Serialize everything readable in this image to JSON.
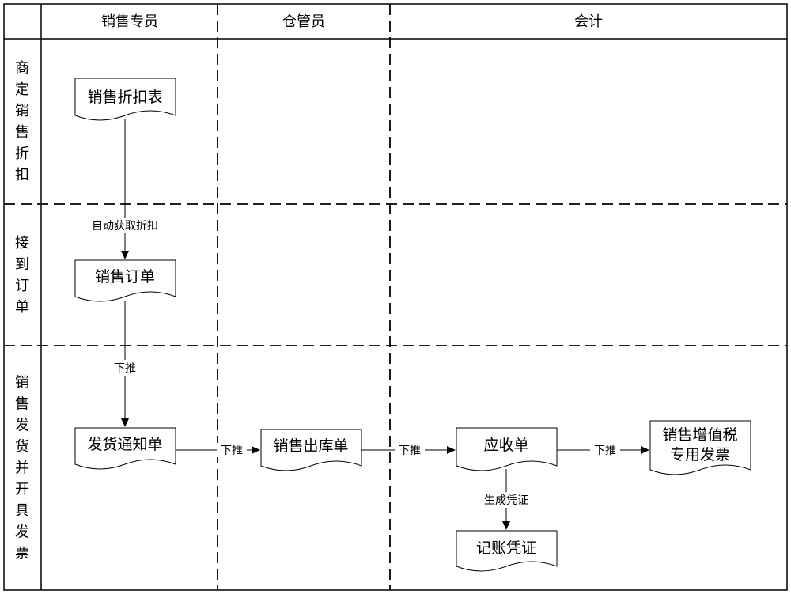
{
  "columns": [
    "销售专员",
    "仓管员",
    "会计"
  ],
  "rows": [
    "商定销售折扣",
    "接到订单",
    "销售发货并开具发票"
  ],
  "documents": {
    "discount_table": "销售折扣表",
    "sales_order": "销售订单",
    "delivery_notice": "发货通知单",
    "outbound_order": "销售出库单",
    "receivable": "应收单",
    "vat_invoice": [
      "销售增值税",
      "专用发票"
    ],
    "voucher": "记账凭证"
  },
  "edges": {
    "auto_discount": "自动获取折扣",
    "push_1": "下推",
    "push_2": "下推",
    "push_3": "下推",
    "push_4": "下推",
    "gen_voucher": "生成凭证"
  }
}
